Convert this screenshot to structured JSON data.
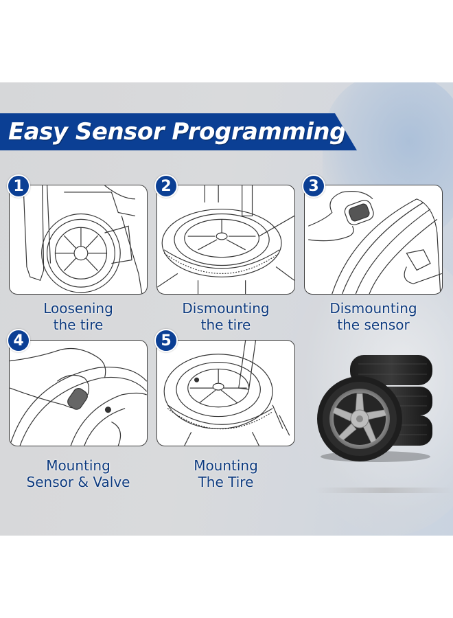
{
  "banner": {
    "title": "Easy Sensor Programming",
    "color": "#0b3f94"
  },
  "steps": [
    {
      "number": "1",
      "line1": "Loosening",
      "line2": "the tire",
      "illustration": "tire-changer-bead-breaker"
    },
    {
      "number": "2",
      "line1": "Dismounting",
      "line2": "the tire",
      "illustration": "tire-on-changer-with-lever"
    },
    {
      "number": "3",
      "line1": "Dismounting",
      "line2": "the sensor",
      "illustration": "hand-removing-tpms-sensor"
    },
    {
      "number": "4",
      "line1": "Mounting",
      "line2": "Sensor & Valve",
      "illustration": "hand-installing-tpms-sensor"
    },
    {
      "number": "5",
      "line1": "Mounting",
      "line2": "The Tire",
      "illustration": "tire-mounting-on-changer"
    }
  ],
  "colors": {
    "badge": "#0b3f94",
    "caption_text": "#0d3a7e",
    "panel_border": "#3d3d3d",
    "background": "#d8d9db"
  },
  "decoration": {
    "tire_stack": "stack-of-tires-with-alloy-wheel"
  }
}
